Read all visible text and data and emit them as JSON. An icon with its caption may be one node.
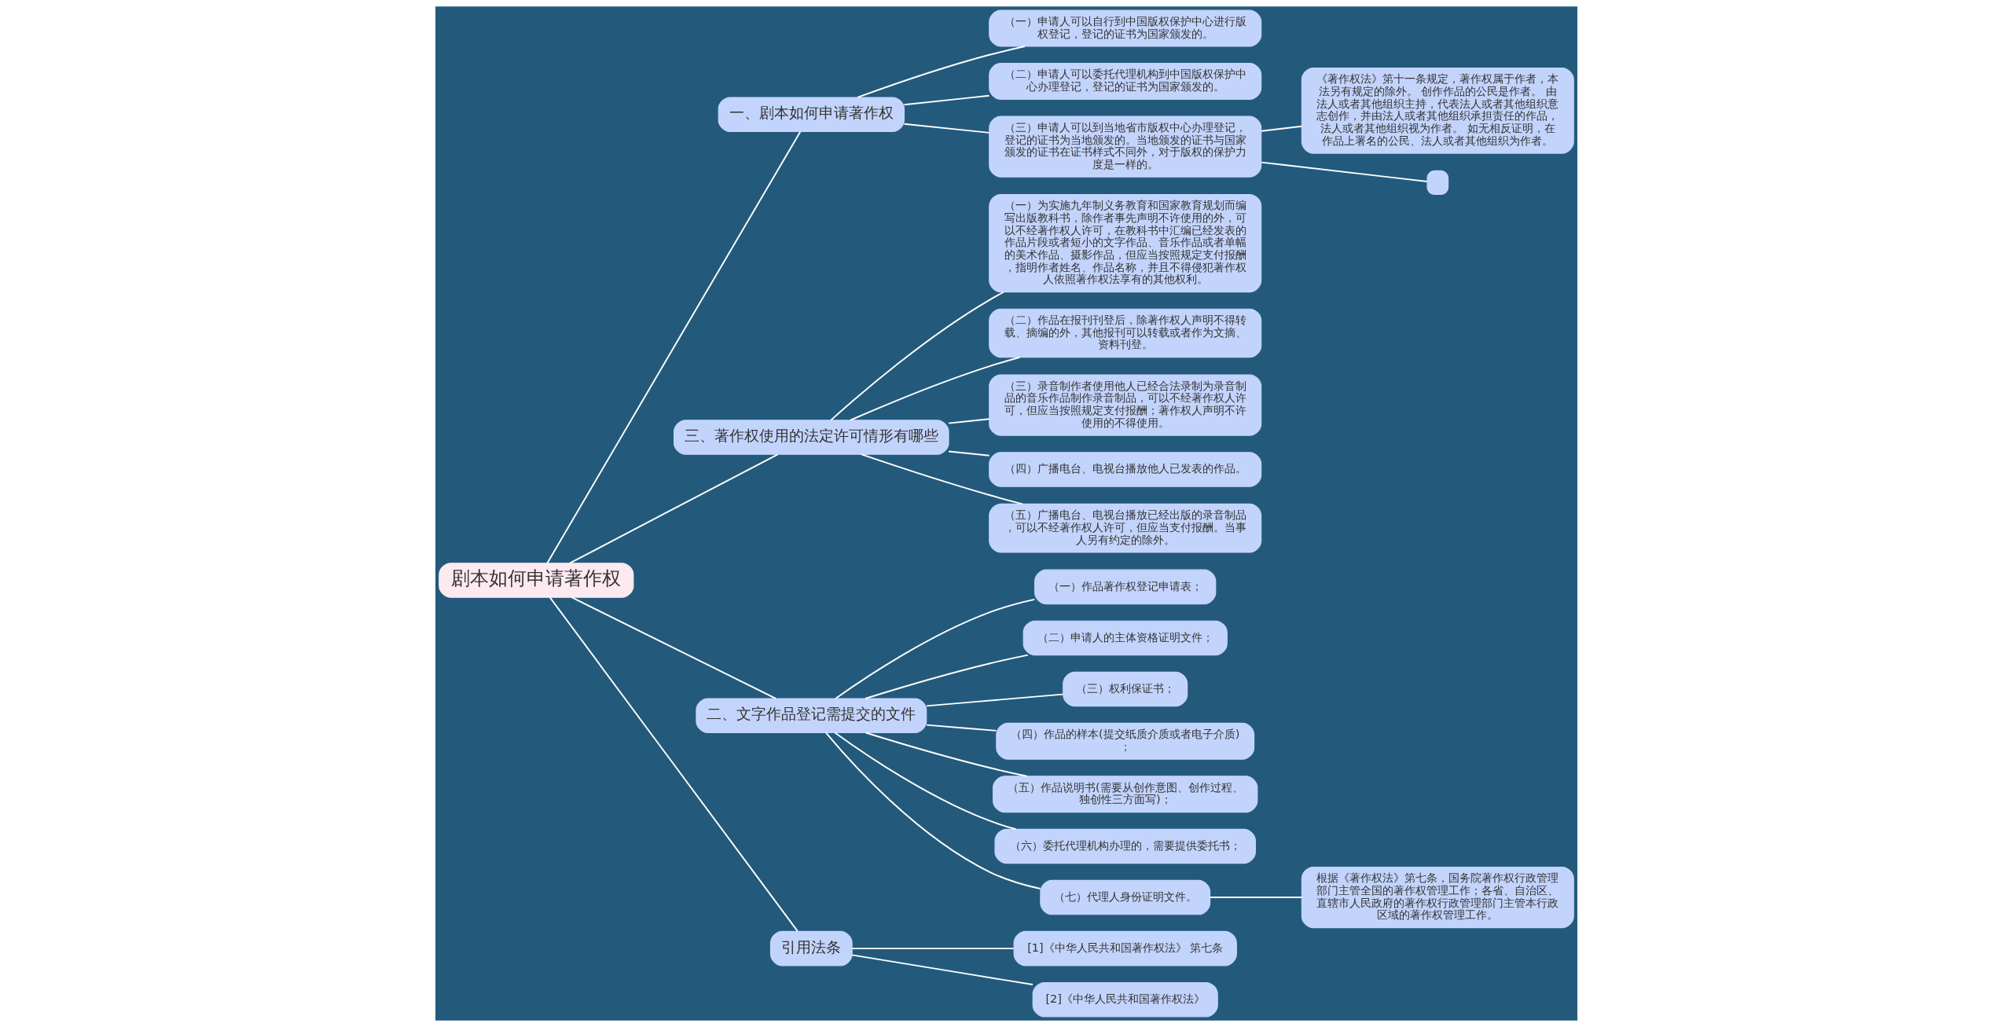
{
  "diagram": {
    "nodes": [
      {
        "text": [
          "剧本如何申请著作权"
        ]
      },
      {
        "text": [
          "一、剧本如何申请著作权"
        ]
      },
      {
        "text": [
          "（一）申请人可以自行到中国版权保护中心进行版权登记，登记的证书为国家颁发的。"
        ]
      },
      {
        "text": [
          "（二）申请人可以委托代理机构到中国版权保护中心办理登记，登记的证书为国家颁发的。"
        ]
      },
      {
        "text": [
          "（三）申请人可以到当地省市版权中心办理登记，登记的证书为当地颁发的。当地颁发的证书与国家颁发的证书在证书样式不同外，对于版权的保护力度是一样的。"
        ]
      },
      {
        "text": [
          "《著作权法》第十一条规定，著作权属于作者，本法另有规定的除外。 创作作品的公民是作者。 由法人或者其他组织主持，代表法人或者其他组织意志创作，并由法人或者其他组织承担责任的作品，法人或者其他组织视为作者。 如无相反证明，在作品上署名的公民、法人或者其他组织为作者。"
        ]
      },
      {
        "text": [],
        "shape": "box"
      },
      {
        "text": [
          "三、著作权使用的法定许可情形有哪些"
        ]
      },
      {
        "text": [
          "（一）为实施九年制义务教育和国家教育规划而编写出版教科书，除作者事先声明不许使用的外，可以不经著作权人许可，在教科书中汇编已经发表的作品片段或者短小的文字作品、音乐作品或者单幅的美术作品、摄影作品，但应当按照规定支付报酬，指明作者姓名、作品名称，并且不得侵犯著作权人依照著作权法享有的其他权利。"
        ]
      },
      {
        "text": [
          "（二）作品在报刊刊登后，除著作权人声明不得转载、摘编的外，其他报刊可以转载或者作为文摘、资料刊登。"
        ]
      },
      {
        "text": [
          "（三）录音制作者使用他人已经合法录制为录音制品的音乐作品制作录音制品，可以不经著作权人许可，但应当按照规定支付报酬；著作权人声明不许使用的不得使用。"
        ]
      },
      {
        "text": [
          "（四）广播电台、电视台播放他人已发表的作品。"
        ]
      },
      {
        "text": [
          "（五）广播电台、电视台播放已经出版的录音制品，可以不经著作权人许可，但应当支付报酬。当事人另有约定的除外。"
        ]
      },
      {
        "text": [
          "二、文字作品登记需提交的文件"
        ]
      },
      {
        "text": [
          "（一）作品著作权登记申请表；"
        ]
      },
      {
        "text": [
          "（二）申请人的主体资格证明文件；"
        ]
      },
      {
        "text": [
          "（三）权利保证书；"
        ]
      },
      {
        "text": [
          "（四）作品的样本(提交纸质介质或者电子介质)；"
        ]
      },
      {
        "text": [
          "（五）作品说明书(需要从创作意图、创作过程、独创性三方面写)；"
        ]
      },
      {
        "text": [
          "（六）委托代理机构办理的，需要提供委托书；"
        ]
      },
      {
        "text": [
          "（七）代理人身份证明文件。"
        ]
      },
      {
        "text": [
          "根据《著作权法》第七条，国务院著作权行政管理部门主管全国的著作权管理工作；各省、自治区、直辖市人民政府的著作权行政管理部门主管本行政区域的著作权管理工作。"
        ]
      },
      {
        "text": [
          "引用法条"
        ]
      },
      {
        "text": [
          "[1]《中华人民共和国著作权法》 第七条"
        ]
      },
      {
        "text": [
          "[2]《中华人民共和国著作权法》"
        ]
      }
    ],
    "edges": [
      {
        "from": 0,
        "to": 1,
        "arrow": "none"
      },
      {
        "from": 1,
        "to": 2,
        "arrow": "none"
      },
      {
        "from": 1,
        "to": 3,
        "arrow": "none"
      },
      {
        "from": 1,
        "to": 4,
        "arrow": "none"
      },
      {
        "from": 4,
        "to": 5,
        "arrow": "none"
      },
      {
        "from": 4,
        "to": 6,
        "arrow": "none"
      },
      {
        "from": 0,
        "to": 7,
        "arrow": "none"
      },
      {
        "from": 7,
        "to": 8,
        "arrow": "none"
      },
      {
        "from": 7,
        "to": 9,
        "arrow": "none"
      },
      {
        "from": 7,
        "to": 10,
        "arrow": "none"
      },
      {
        "from": 7,
        "to": 11,
        "arrow": "none"
      },
      {
        "from": 7,
        "to": 12,
        "arrow": "none"
      },
      {
        "from": 0,
        "to": 13,
        "arrow": "none"
      },
      {
        "from": 13,
        "to": 14,
        "arrow": "none"
      },
      {
        "from": 13,
        "to": 15,
        "arrow": "none"
      },
      {
        "from": 13,
        "to": 16,
        "arrow": "none"
      },
      {
        "from": 13,
        "to": 17,
        "arrow": "none"
      },
      {
        "from": 13,
        "to": 18,
        "arrow": "none"
      },
      {
        "from": 13,
        "to": 19,
        "arrow": "none"
      },
      {
        "from": 13,
        "to": 20,
        "arrow": "none"
      },
      {
        "from": 20,
        "to": 21,
        "arrow": "none"
      },
      {
        "from": 0,
        "to": 22,
        "arrow": "none"
      },
      {
        "from": 22,
        "to": 23,
        "arrow": "none"
      },
      {
        "from": 22,
        "to": 24,
        "arrow": "none"
      }
    ]
  }
}
